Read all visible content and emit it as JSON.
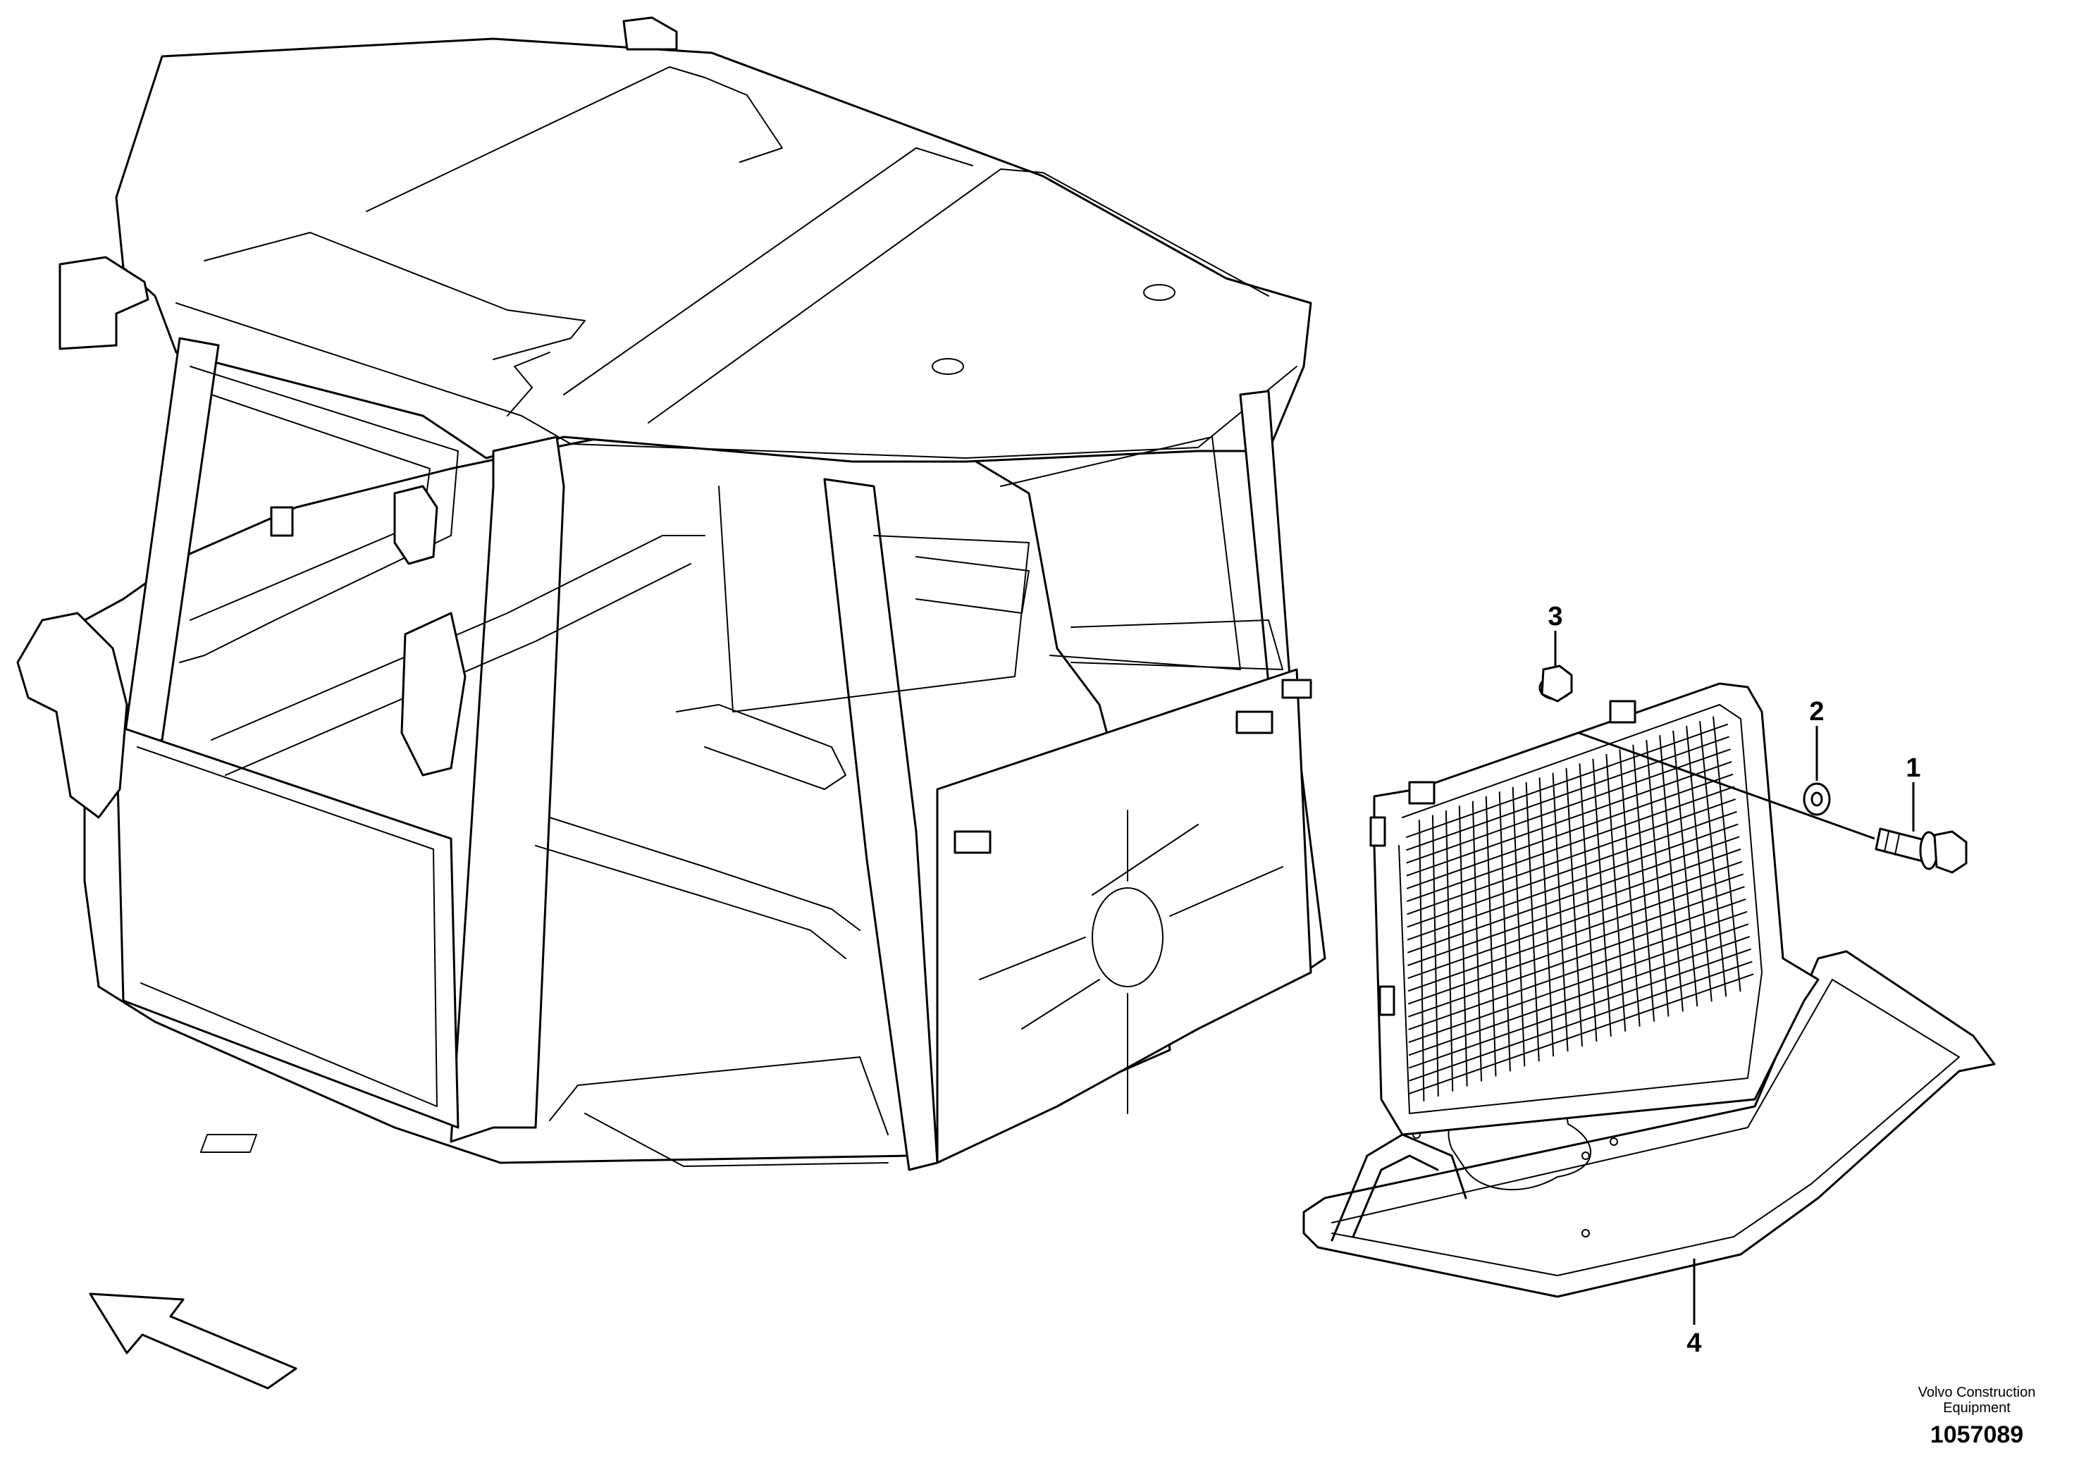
{
  "callouts": [
    {
      "number": "1"
    },
    {
      "number": "2"
    },
    {
      "number": "3"
    },
    {
      "number": "4"
    }
  ],
  "footer": {
    "brand_line1": "Volvo Construction",
    "brand_line2": "Equipment",
    "document_number": "1057089"
  }
}
